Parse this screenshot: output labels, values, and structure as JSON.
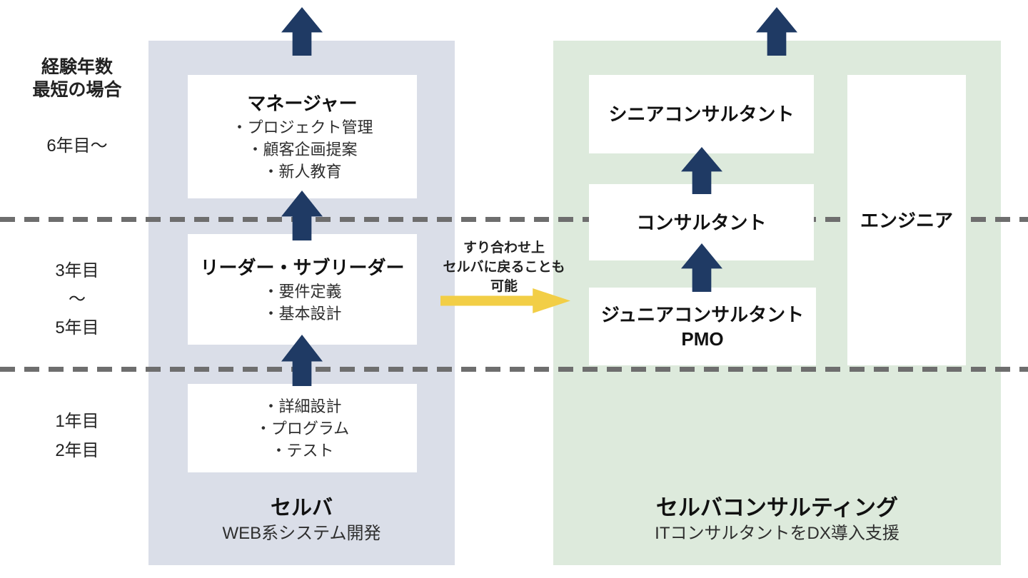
{
  "diagram": {
    "axis": {
      "header": "経験年数\n最短の場合",
      "band_senior": "6年目〜",
      "band_mid": "3年目\n〜\n5年目",
      "band_junior": "1年目\n2年目"
    },
    "selva": {
      "company": "セルバ",
      "description": "WEB系システム開発",
      "manager": {
        "title": "マネージャー",
        "bullets": [
          "・プロジェクト管理",
          "・顧客企画提案",
          "・新人教育"
        ]
      },
      "leader": {
        "title": "リーダー・サブリーダー",
        "bullets": [
          "・要件定義",
          "・基本設計"
        ]
      },
      "junior": {
        "bullets": [
          "・詳細設計",
          "・プログラム",
          "・テスト"
        ]
      }
    },
    "consulting": {
      "company": "セルバコンサルティング",
      "description": "ITコンサルタントをDX導入支援",
      "senior_consultant": "シニアコンサルタント",
      "consultant": "コンサルタント",
      "junior_consultant": "ジュニアコンサルタント\nPMO",
      "engineer": "エンジニア"
    },
    "transfer_note": "すり合わせ上\nセルバに戻ることも\n可能",
    "colors": {
      "selva_column_bg": "#DADEE8",
      "consulting_column_bg": "#DDEADC",
      "arrow_navy": "#1F3A64",
      "arrow_yellow": "#F2CE46",
      "dashed_line_gray": "#6E6E6E",
      "box_bg": "#FFFFFF"
    }
  }
}
